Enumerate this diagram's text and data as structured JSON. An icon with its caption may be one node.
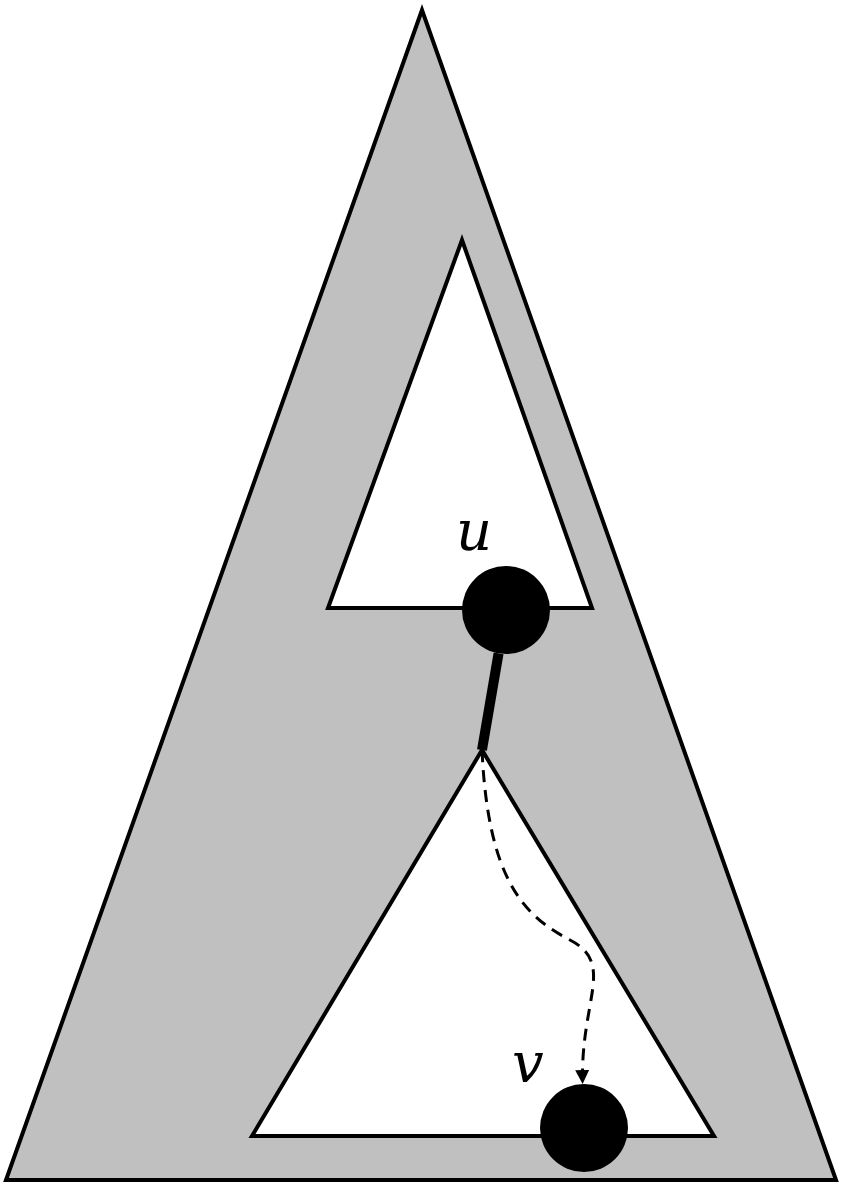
{
  "diagram": {
    "nodes": [
      {
        "text": [],
        "shape": "triangle"
      },
      {
        "text": [],
        "shape": "triangle",
        "in": 0
      },
      {
        "text": [],
        "shape": "triangle",
        "in": 0
      },
      {
        "text": [],
        "shape": "circle",
        "in": 0,
        "beside": [
          "u"
        ]
      },
      {
        "text": [],
        "shape": "circle",
        "in": 0,
        "beside": [
          "v"
        ]
      }
    ],
    "edges": [
      {
        "from": 3,
        "to": 2,
        "arrow": "none",
        "style": "thick"
      },
      {
        "from": 2,
        "to": 4,
        "arrow": "to",
        "style": "dashed"
      }
    ]
  }
}
